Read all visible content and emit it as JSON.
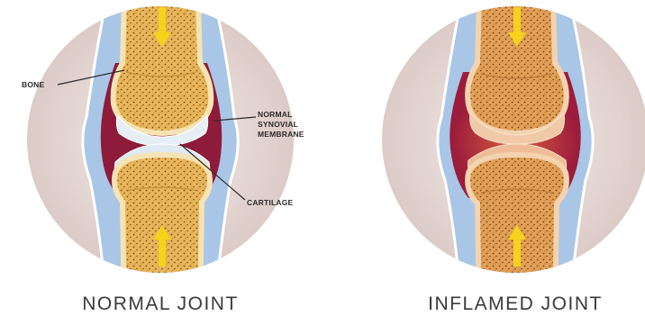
{
  "labels": {
    "bone": "BONE",
    "membrane_line1": "NORMAL",
    "membrane_line2": "SYNOVIAL",
    "membrane_line3": "MEMBRANE",
    "cartilage": "CARTILAGE"
  },
  "captions": {
    "normal": "NORMAL JOINT",
    "inflamed": "INFLAMED JOINT"
  },
  "colors": {
    "background_circle": "#e8d9d6",
    "capsule_blue": "#a9c6e6",
    "synovial_fluid": "#8e1b3a",
    "bone_spongy": "#e8b55a",
    "bone_cortex": "#f6e3b4",
    "cartilage_normal": "#dfe9f2",
    "cartilage_inflamed": "#f0c9a8",
    "marrow_arrow": "#f7d21a"
  }
}
